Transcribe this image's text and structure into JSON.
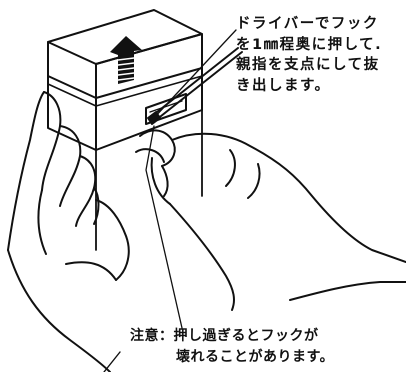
{
  "instruction": {
    "line1": "ドライバーでフック",
    "line2": "を1㎜程奥に押して.",
    "line3": "親指を支点にして抜",
    "line4": "き出します。"
  },
  "caution": {
    "line1": "注意：押し過ぎるとフックが",
    "line2": "壊れることがあります。"
  },
  "icons": {
    "arrow": "up-arrow-icon"
  },
  "colors": {
    "ink": "#111111",
    "paper": "#ffffff"
  }
}
